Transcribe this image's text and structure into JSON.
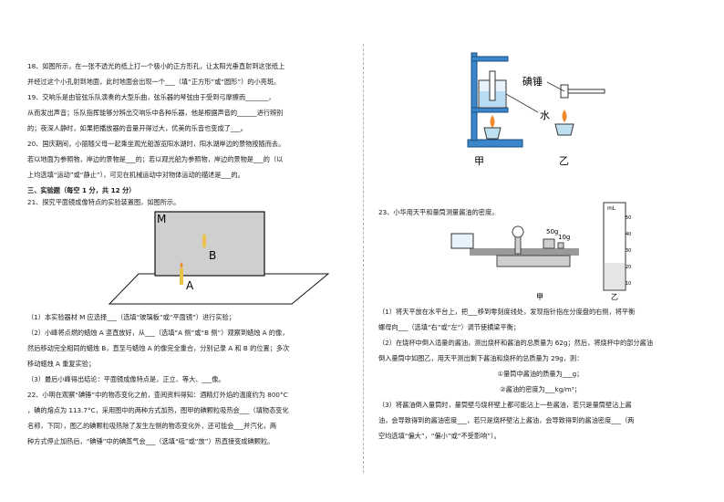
{
  "left": {
    "lines": [
      "18、如图所示，在一张不透光的纸上打一个极小的正方形孔，让太阳光垂直射到这张纸上",
      "并经过这个小孔射到地面，此时地面会出现一个___（填“正方形”或“圆形”）的小亮斑。",
      "19、交响乐是由管弦乐队演奏的大型乐曲，弦乐器的琴弦由于受到弓摩擦而_______，",
      "从而发出声音；乐队指挥能够分辨出交响乐中各种乐器，他是根据声音的______进行辨别",
      "的；夜深人静时，如果把播放器的音量开得过大，优美的乐音也变成了___。",
      "20、国庆期间，小丽随父母一起乘坐观光船游览阳水湖时，阳水湖岸边的景物按随而去。",
      "若以地面为参照物，岸边的景物是___的；若以观光船为参照物，岸边的景物是___的（以",
      "上均选填“运动”或“静止”），可见在机械运动中对物体运动的描述是___的。",
      "三、实验题（每空 1 分，共 12 分）",
      "21、探究平面镜成像特点的实验装置图，如图所示。",
      "（1）本实验器材 M 应选择___（选填“玻璃板”或“平面镜”）进行实验；",
      "（2）小峰将点燃的蜡烛 A 竖直放好，从___（选填“A 侧”或“B 侧”）观察到蜡烛 A 的像，",
      "然后移动完全相同的蜡烛 B，直至与蜡烛 A 的像完全重合，分别记录 A 和 B 的位置；多次",
      "移动蜡烛 A 重复实验；",
      "（3）最后小峰得出结论：平面镜成像特点是，正立、等大、___像。",
      "22、小明在观察“碘锤”中的物态变化之前，查阅资料得知：酒精灯外焰的温度约为 800°C",
      "，碘的熔点为 113.7°C，采用图中的两种方式加热，图甲的碘颗粒吸热会___（填物态变化",
      "名称，下同），图乙的碘颗粒吸热除了发生左侧的物态变化外，还可能会___并汽化，两",
      "种方式停止加热后，“碘锤”中的碘蒸气会___（选填“吸”或“放”）热直接变成碘颗粒。"
    ],
    "figure": {
      "m": "M",
      "a": "A",
      "b": "B"
    }
  },
  "right": {
    "figure_top": {
      "label_iodine": "碘锤",
      "label_water": "水",
      "caption_jia": "甲",
      "caption_yi": "乙"
    },
    "q23": "23、小华用天平和量筒测量酱油的密度。",
    "balance_fig": {
      "w50": "50g",
      "w10": "10g",
      "caption_jia": "甲",
      "caption_yi": "乙",
      "ml": "mL",
      "scale": [
        "50",
        "40",
        "30",
        "20",
        "10"
      ]
    },
    "lines": [
      "（1）将天平放在水平台上，把___移到零刻度线处，发现指针指在分度盘的右侧，将平衡",
      "螺母向___（选填“右”或“左”）调节使横梁平衡；",
      "（2）在烧杯中倒入适量的酱油，测出烧杯和酱油的总质量为 62g；然后，将烧杯中的部分酱油",
      "倒入量筒中如图乙，用天平测出剩下酱油和烧杯的总质量为 29g，则：",
      "①量筒中酱油的质量为___g；",
      "②酱油的密度为___kg/m³；",
      "（3）将酱油倒入量筒时，量筒壁与烧杯壁上都可能沾上一些酱油，若只是量筒壁沾上酱",
      "油，会导致得到的酱油密度___，若只是烧杯壁沾上酱油，会导致得到的酱油密度___（两",
      "空均选填“偏大”，“偏小”或“不受影响”）。"
    ]
  }
}
